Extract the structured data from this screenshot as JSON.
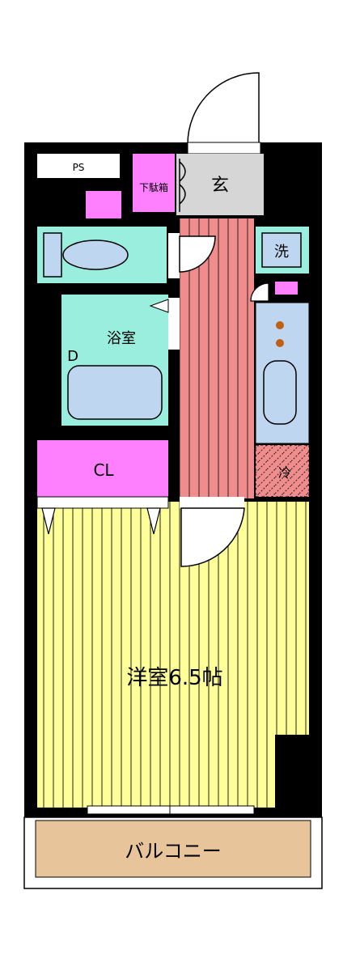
{
  "labels": {
    "ps": "PS",
    "shoe_cabinet": "下駄箱",
    "entrance": "玄",
    "laundry": "洗",
    "bathroom": "浴室",
    "bathroom_door_mark": "D",
    "closet": "CL",
    "fridge": "冷",
    "western_room": "洋室6.5帖",
    "balcony": "バルコニー"
  },
  "colors": {
    "wall": "#000000",
    "corridor": "#f08c8c",
    "western_room": "#ffff99",
    "closet": "#ff80ff",
    "bath_toilet": "#99eedd",
    "fixture": "#bfd6f0",
    "entrance": "#d6d6d6",
    "balcony": "#e8c49a"
  },
  "icons": [
    "stove-burner-icon",
    "toilet-icon",
    "bathtub-icon",
    "door-swing-icon",
    "sliding-door-icon"
  ]
}
